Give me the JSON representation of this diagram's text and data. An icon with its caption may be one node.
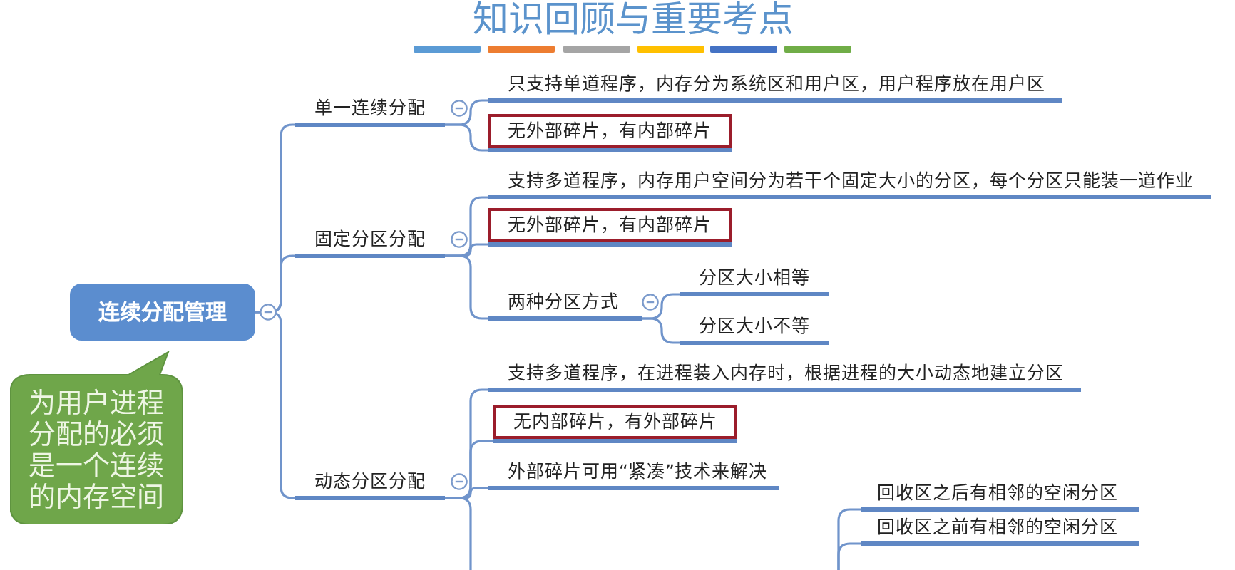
{
  "diagram": {
    "title": "知识回顾与重要考点",
    "nodes": [
      {
        "text": [
          "连续分配管理"
        ]
      },
      {
        "text": [
          "为用户进程分配的必须是一个连续的内存空间"
        ]
      },
      {
        "text": [
          "单一连续分配"
        ]
      },
      {
        "text": [
          "只支持单道程序，内存分为系统区和用户区，用户程序放在用户区"
        ]
      },
      {
        "text": [
          "无外部碎片，有内部碎片"
        ]
      },
      {
        "text": [
          "固定分区分配"
        ]
      },
      {
        "text": [
          "支持多道程序，内存用户空间分为若干个固定大小的分区，每个分区只能装一道作业"
        ]
      },
      {
        "text": [
          "无外部碎片，有内部碎片"
        ]
      },
      {
        "text": [
          "两种分区方式"
        ]
      },
      {
        "text": [
          "分区大小相等"
        ]
      },
      {
        "text": [
          "分区大小不等"
        ]
      },
      {
        "text": [
          "动态分区分配"
        ]
      },
      {
        "text": [
          "支持多道程序，在进程装入内存时，根据进程的大小动态地建立分区"
        ]
      },
      {
        "text": [
          "无内部碎片，有外部碎片"
        ]
      },
      {
        "text": [
          "外部碎片可用“紧凑”技术来解决"
        ]
      },
      {
        "text": [
          "回收区之后有相邻的空闲分区"
        ]
      },
      {
        "text": [
          "回收区之前有相邻的空闲分区"
        ]
      }
    ],
    "edges": [
      {
        "from": 0,
        "to": 2,
        "arrow": "none"
      },
      {
        "from": 0,
        "to": 5,
        "arrow": "none"
      },
      {
        "from": 0,
        "to": 11,
        "arrow": "none"
      },
      {
        "from": 2,
        "to": 3,
        "arrow": "none"
      },
      {
        "from": 2,
        "to": 4,
        "arrow": "none"
      },
      {
        "from": 5,
        "to": 6,
        "arrow": "none"
      },
      {
        "from": 5,
        "to": 7,
        "arrow": "none"
      },
      {
        "from": 5,
        "to": 8,
        "arrow": "none"
      },
      {
        "from": 8,
        "to": 9,
        "arrow": "none"
      },
      {
        "from": 8,
        "to": 10,
        "arrow": "none"
      },
      {
        "from": 11,
        "to": 12,
        "arrow": "none"
      },
      {
        "from": 11,
        "to": 13,
        "arrow": "none"
      },
      {
        "from": 11,
        "to": 14,
        "arrow": "none"
      },
      {
        "from": 11,
        "to": null,
        "arrow": "none"
      },
      {
        "from": null,
        "to": 15,
        "arrow": "none"
      },
      {
        "from": null,
        "to": 16,
        "arrow": "none"
      }
    ]
  }
}
